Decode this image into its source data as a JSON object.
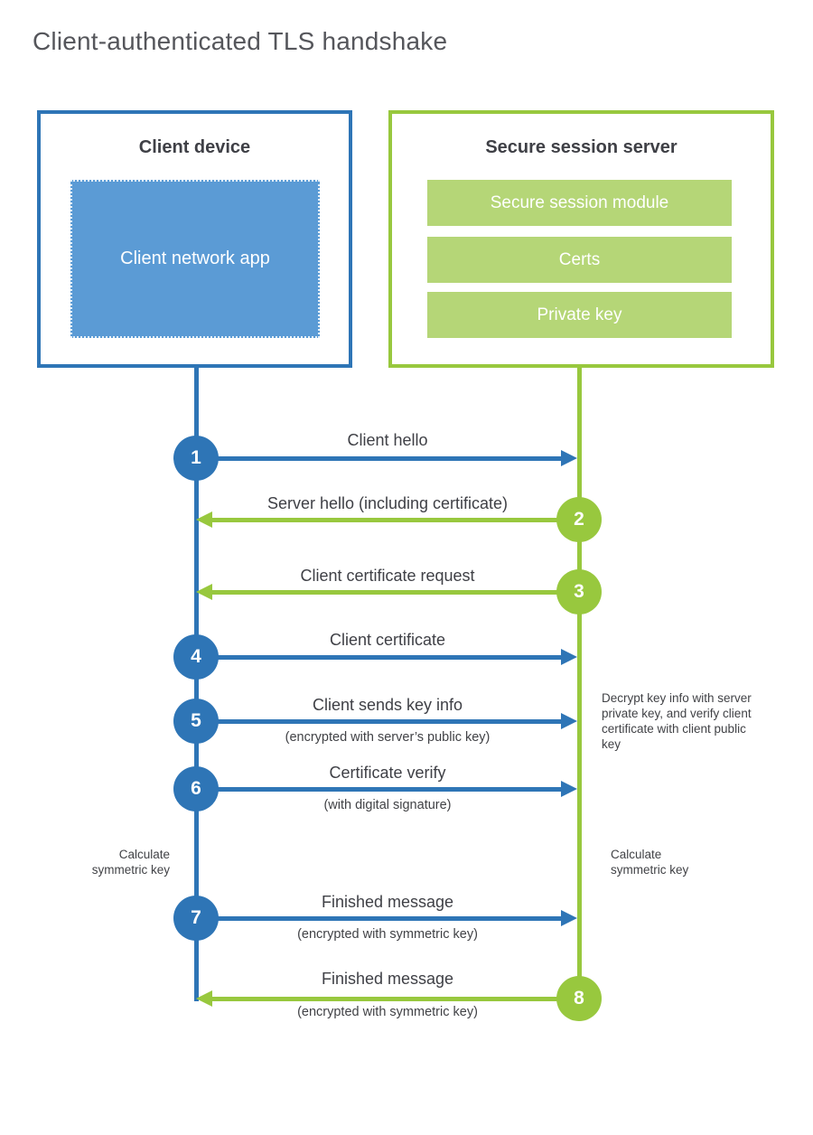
{
  "title": "Client-authenticated TLS handshake",
  "colors": {
    "blue": "#2e75b6",
    "blue_light": "#5b9bd5",
    "green": "#98c83e",
    "green_light": "#b5d677",
    "text": "#3f4046"
  },
  "client": {
    "title": "Client device",
    "app_label": "Client network app"
  },
  "server": {
    "title": "Secure session server",
    "modules": [
      "Secure session module",
      "Certs",
      "Private key"
    ]
  },
  "steps": [
    {
      "num": "1",
      "label": "Client hello",
      "sub": "",
      "direction": "right",
      "color": "blue"
    },
    {
      "num": "2",
      "label": "Server hello (including certificate)",
      "sub": "",
      "direction": "left",
      "color": "green"
    },
    {
      "num": "3",
      "label": "Client certificate request",
      "sub": "",
      "direction": "left",
      "color": "green"
    },
    {
      "num": "4",
      "label": "Client certificate",
      "sub": "",
      "direction": "right",
      "color": "blue"
    },
    {
      "num": "5",
      "label": "Client sends key info",
      "sub": "(encrypted with server’s public key)",
      "direction": "right",
      "color": "blue"
    },
    {
      "num": "6",
      "label": "Certificate verify",
      "sub": "(with digital signature)",
      "direction": "right",
      "color": "blue"
    },
    {
      "num": "7",
      "label": "Finished message",
      "sub": "(encrypted with symmetric key)",
      "direction": "right",
      "color": "blue"
    },
    {
      "num": "8",
      "label": "Finished message",
      "sub": "(encrypted with symmetric key)",
      "direction": "left",
      "color": "green"
    }
  ],
  "notes": {
    "decrypt": "Decrypt key info with server private key, and verify client certificate with client public key",
    "calc_left": "Calculate symmetric key",
    "calc_right": "Calculate symmetric key"
  }
}
